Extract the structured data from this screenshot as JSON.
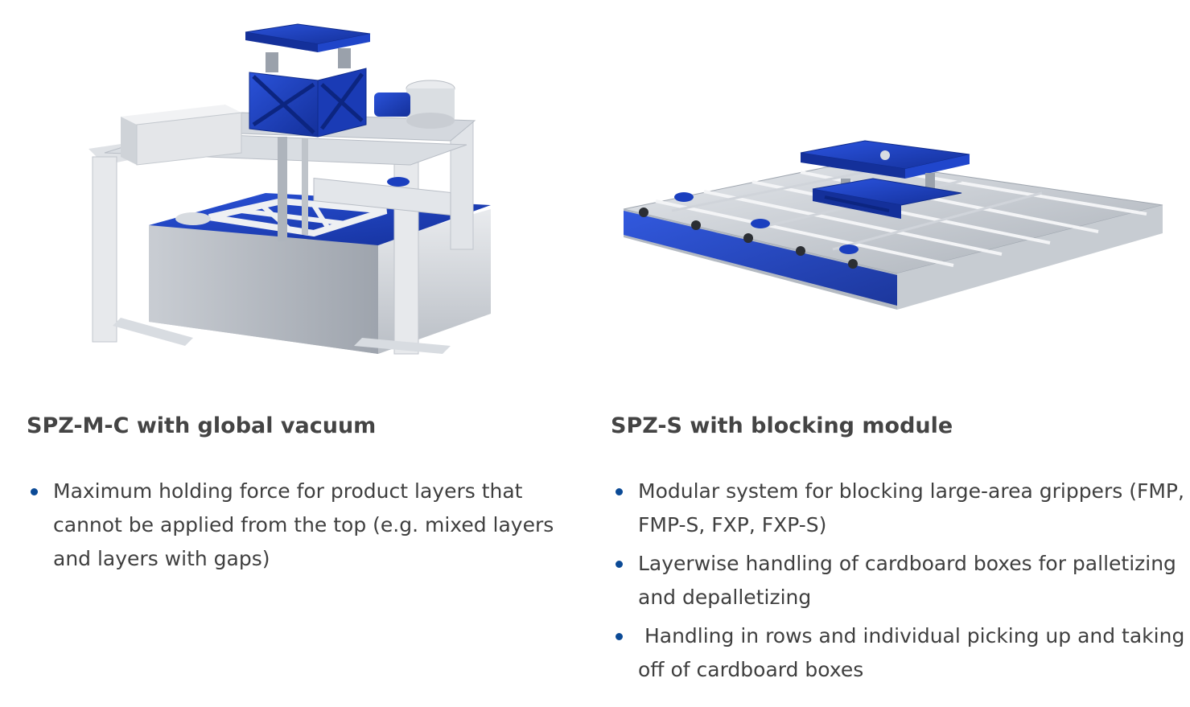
{
  "colors": {
    "accent_blue": "#1b3fbf",
    "bullet": "#0b4a96",
    "heading": "#444444",
    "text": "#3f3f3f"
  },
  "left": {
    "image_name": "spz-m-c gripper machine",
    "title": "SPZ-M-C with global vacuum",
    "features": [
      "Maximum holding force for product layers that cannot be applied from the top (e.g. mixed layers and layers with gaps)"
    ]
  },
  "right": {
    "image_name": "spz-s gripper with blocking module",
    "title": "SPZ-S with blocking module",
    "features": [
      "Modular system for blocking large-area grippers (FMP, FMP-S, FXP, FXP-S)",
      "Layerwise handling of cardboard boxes for palletizing and depalletizing",
      " Handling in rows and individual picking up and taking off of cardboard boxes"
    ]
  }
}
